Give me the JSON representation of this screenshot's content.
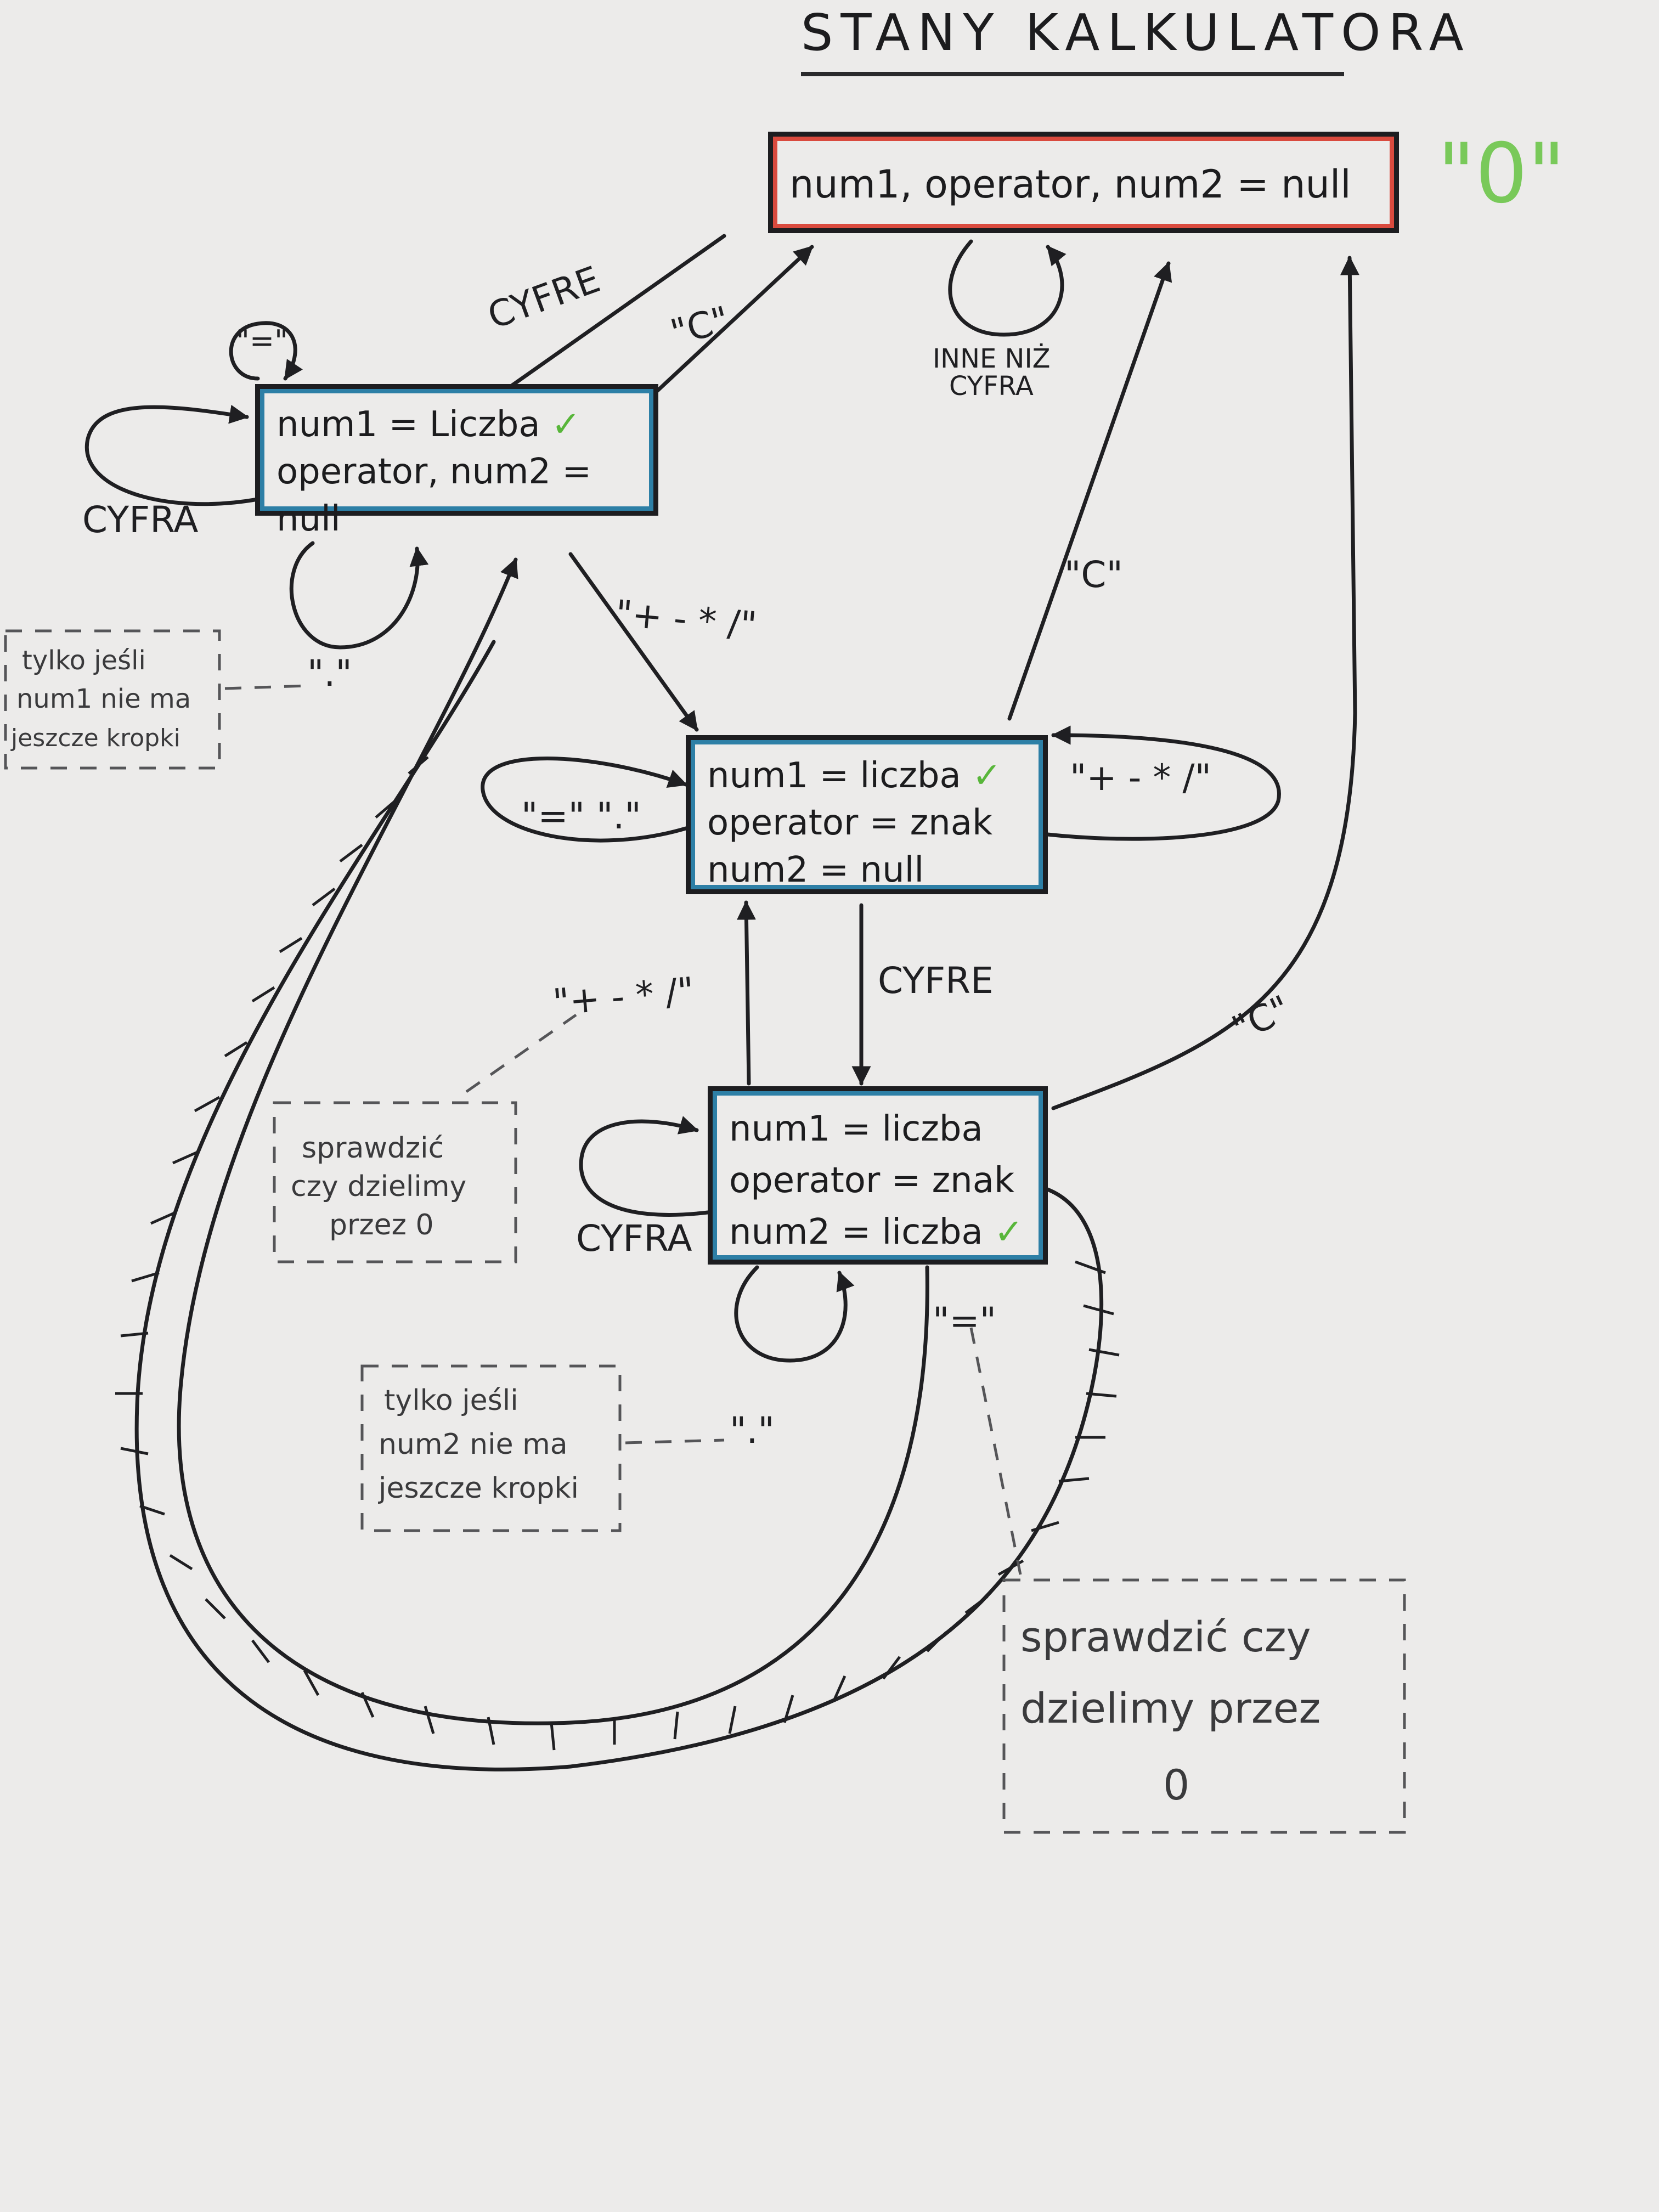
{
  "title": "STANY KALKULATORA",
  "initial_output": "\"0\"",
  "states": {
    "start": {
      "text": "num1, operator, num2 = null"
    },
    "s1": {
      "line1": "num1 = Liczba",
      "line2": "operator, num2 = null",
      "check": "✓"
    },
    "s2": {
      "line1": "num1 = liczba",
      "line2": "operator = znak",
      "line3": "num2 = null",
      "check": "✓"
    },
    "s3": {
      "line1": "num1 = liczba",
      "line2": "operator = znak",
      "line3": "num2 = liczba",
      "check": "✓"
    }
  },
  "transitions": {
    "cyfre_start_s1": "CYFRE",
    "c_s1_start": "\"C\"",
    "inne_niz_cyfra_line1": "INNE NIŻ",
    "inne_niz_cyfra_line2": "CYFRA",
    "eq_s1": "\"=\"",
    "cyfra_s1": "CYFRA",
    "dot_s1": "\".\"",
    "ops_s1_s2": "\"+ - * /\"",
    "c_s2_start": "\"C\"",
    "eqdot_s2": "\"=\" \".\"",
    "ops_s2": "\"+ - * /\"",
    "cyfre_s2_s3": "CYFRE",
    "ops_s3_s2": "\"+ - * /\"",
    "c_s3_start": "\"C\"",
    "cyfra_s3": "CYFRA",
    "dot_s3": "\".\"",
    "eq_s3": "\"=\""
  },
  "notes": {
    "note1": [
      "tylko jeśli",
      "num1 nie ma",
      "jeszcze kropki"
    ],
    "note2": [
      "sprawdzić",
      "czy dzielimy",
      "przez 0"
    ],
    "note3": [
      "tylko jeśli",
      "num2 nie ma",
      "jeszcze kropki"
    ],
    "note4": [
      "sprawdzić czy",
      "dzielimy przez",
      "0"
    ]
  },
  "colors": {
    "ink": "#1f1f22",
    "start_border": "#d94a3e",
    "state_border": "#2d7fa6",
    "check": "#58b63a",
    "zero": "#79c95a",
    "dashed_note": "#555558"
  }
}
